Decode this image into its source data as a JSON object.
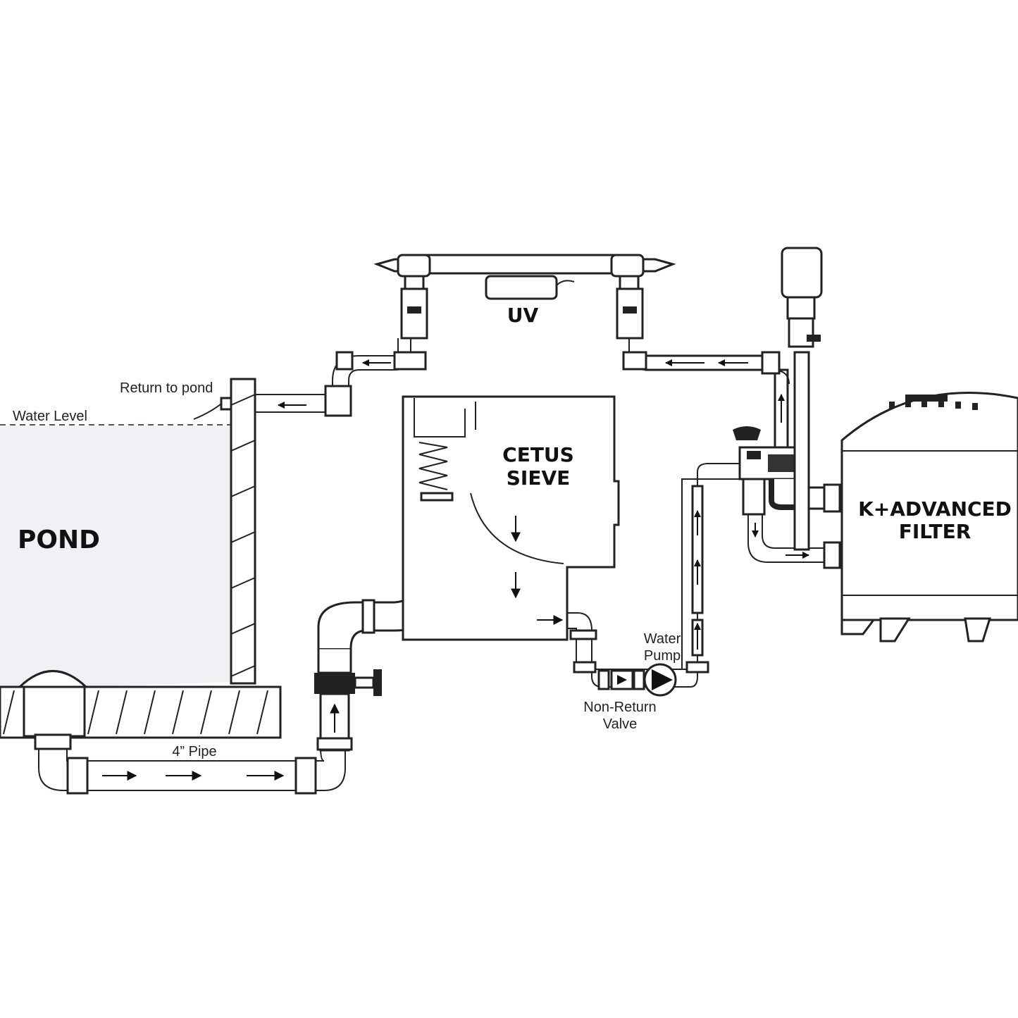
{
  "labels": {
    "uv": "UV",
    "return_to_pond": "Return to pond",
    "water_level": "Water Level",
    "pond": "POND",
    "sieve_line1": "CETUS",
    "sieve_line2": "SIEVE",
    "filter_line1": "K+ADVANCED",
    "filter_line2": "FILTER",
    "pump_line1": "Water",
    "pump_line2": "Pump",
    "valve_line1": "Non-Return",
    "valve_line2": "Valve",
    "pipe_size": "4” Pipe"
  },
  "colors": {
    "line": "#222222",
    "pond_fill": "#f0f1f4",
    "background": "#ffffff"
  }
}
